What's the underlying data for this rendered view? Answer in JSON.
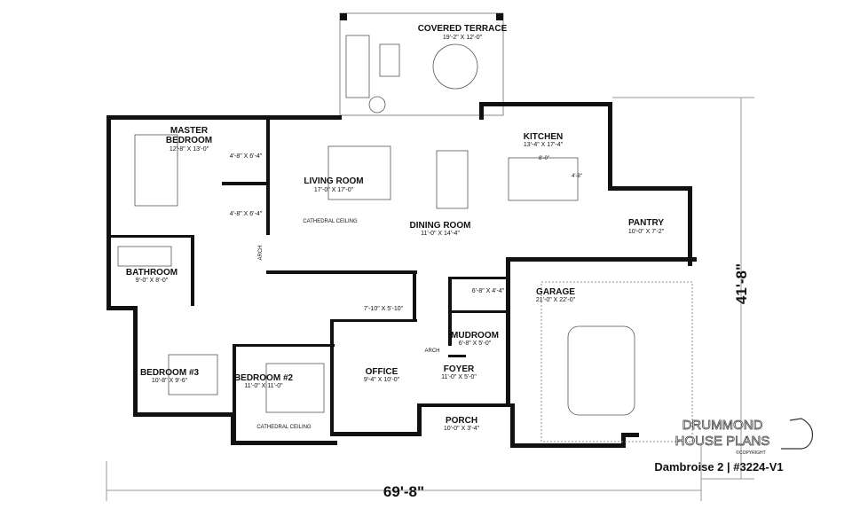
{
  "plan": {
    "rooms": [
      {
        "id": "covered-terrace",
        "name": "COVERED TERRACE",
        "dims": "19'-2\" X 12'-0\""
      },
      {
        "id": "master-bedroom",
        "name": "MASTER",
        "name2": "BEDROOM",
        "dims": "12'-8\" X 13'-0\""
      },
      {
        "id": "walk-in-1",
        "dims": "4'-8\" X 6'-4\""
      },
      {
        "id": "walk-in-2",
        "dims": "4'-8\" X 6'-4\""
      },
      {
        "id": "living-room",
        "name": "LIVING ROOM",
        "dims": "17'-0\" X 17'-0\"",
        "note": "CATHEDRAL CEILING"
      },
      {
        "id": "kitchen",
        "name": "KITCHEN",
        "dims": "13'-4\" X 17'-4\"",
        "island_w": "8'-0\"",
        "island_d": "4'-8\""
      },
      {
        "id": "dining-room",
        "name": "DINING ROOM",
        "dims": "11'-0\" X 14'-4\""
      },
      {
        "id": "pantry",
        "name": "PANTRY",
        "dims": "10'-0\" X 7'-2\""
      },
      {
        "id": "bathroom",
        "name": "BATHROOM",
        "dims": "9'-0\" X 8'-0\""
      },
      {
        "id": "powder-room",
        "dims": "6'-8\" X 4'-4\""
      },
      {
        "id": "garage",
        "name": "GARAGE",
        "dims": "21'-0\" X 22'-0\""
      },
      {
        "id": "laundry",
        "dims": "7'-10\" X 5'-10\""
      },
      {
        "id": "mudroom",
        "name": "MUDROOM",
        "dims": "6'-8\" X 5'-0\""
      },
      {
        "id": "bedroom-3",
        "name": "BEDROOM #3",
        "dims": "10'-8\" X 9'-6\""
      },
      {
        "id": "bedroom-2",
        "name": "BEDROOM #2",
        "dims": "11'-0\" X 11'-0\"",
        "note": "CATHEDRAL CEILING"
      },
      {
        "id": "office",
        "name": "OFFICE",
        "dims": "9'-4\" X 10'-0\""
      },
      {
        "id": "foyer",
        "name": "FOYER",
        "dims": "11'-0\" X 5'-0\""
      },
      {
        "id": "porch",
        "name": "PORCH",
        "dims": "10'-0\" X 3'-4\""
      }
    ],
    "arch_labels": [
      "ARCH",
      "ARCH"
    ],
    "overall_width": "69'-8\"",
    "overall_depth": "41'-8\""
  },
  "branding": {
    "logo_line1": "DRUMMOND",
    "logo_line2": "HOUSE PLANS",
    "copyright": "©COPYRIGHT",
    "plan_title": "Dambroise 2 | #3224-V1"
  },
  "colors": {
    "wall": "#111111",
    "background": "#ffffff"
  }
}
